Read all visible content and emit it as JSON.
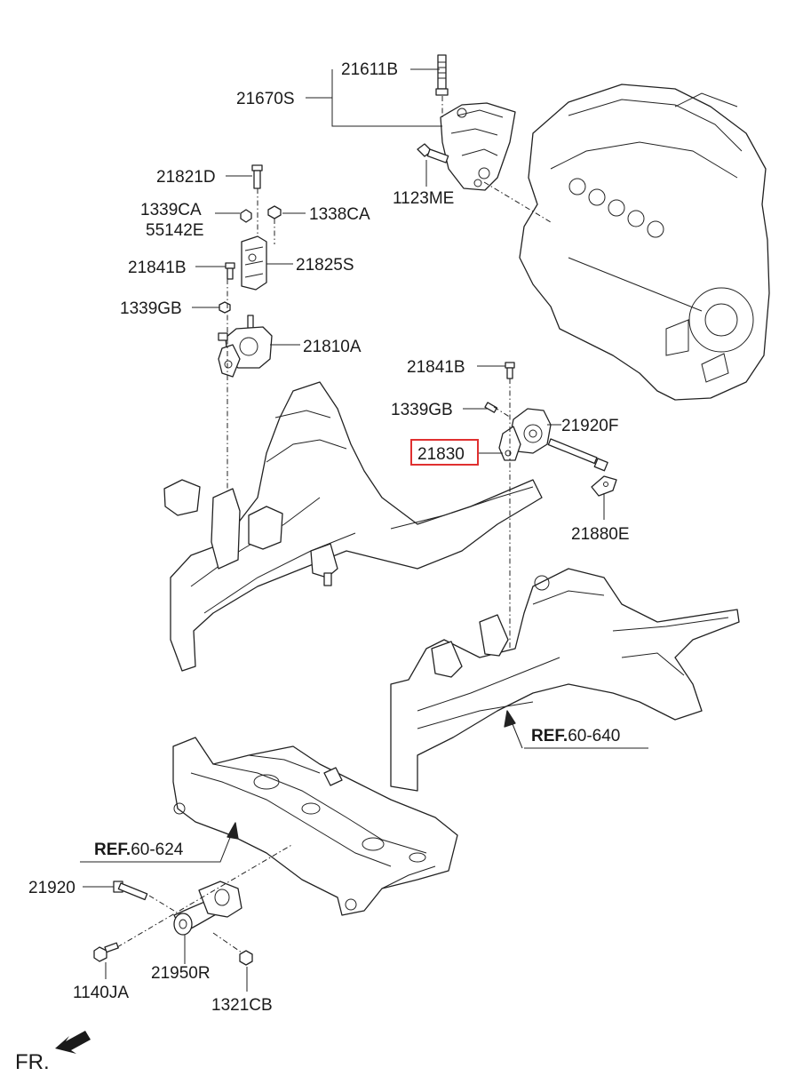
{
  "callouts": {
    "p21611B": "21611B",
    "p21670S": "21670S",
    "p1123ME": "1123ME",
    "p21821D": "21821D",
    "p1339CA": "1339CA",
    "p55142E": "55142E",
    "p1338CA": "1338CA",
    "p21841B_top": "21841B",
    "p21825S": "21825S",
    "p1339GB_top": "1339GB",
    "p21810A": "21810A",
    "p21841B_mid": "21841B",
    "p1339GB_mid": "1339GB",
    "p21920F": "21920F",
    "p21830": "21830",
    "p21880E": "21880E",
    "p21920": "21920",
    "p1140JA": "1140JA",
    "p21950R": "21950R",
    "p1321CB": "1321CB"
  },
  "references": {
    "ref_a": {
      "bold": "REF.",
      "num": "60-640"
    },
    "ref_b": {
      "bold": "REF.",
      "num": "60-624"
    }
  },
  "orientation": {
    "label": "FR."
  },
  "highlight": {
    "part": "21830",
    "color": "#e03030"
  }
}
